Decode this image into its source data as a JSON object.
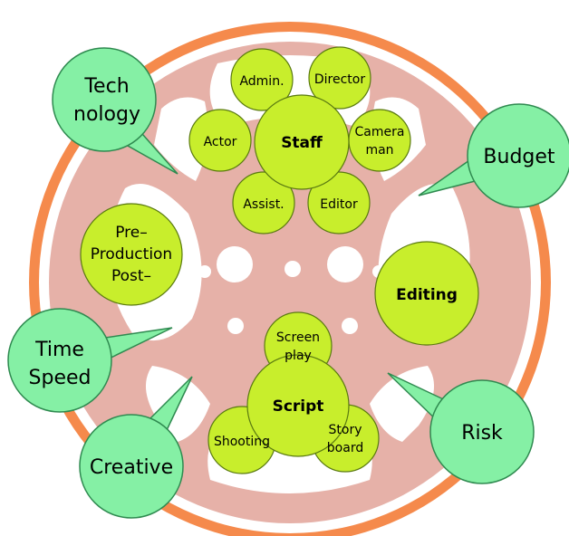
{
  "colors": {
    "reel_ring": "#f58a4c",
    "reel_body": "#e6b1a8",
    "bubble": "#c8ee2c",
    "callout": "#85f0a5"
  },
  "callouts": {
    "technology": [
      "Tech",
      "nology"
    ],
    "budget": "Budget",
    "time_speed": [
      "Time",
      "Speed"
    ],
    "creative": "Creative",
    "risk": "Risk"
  },
  "staff": {
    "center": "Staff",
    "admin": "Admin.",
    "director": "Director",
    "actor": "Actor",
    "cameraman": [
      "Camera",
      "man"
    ],
    "assist": "Assist.",
    "editor": "Editor"
  },
  "script": {
    "center": "Script",
    "screenplay": [
      "Screen",
      "play"
    ],
    "shooting": "Shooting",
    "storyboard": [
      "Story",
      "board"
    ]
  },
  "production": [
    "Pre–",
    "Production",
    "Post–"
  ],
  "editing": "Editing"
}
